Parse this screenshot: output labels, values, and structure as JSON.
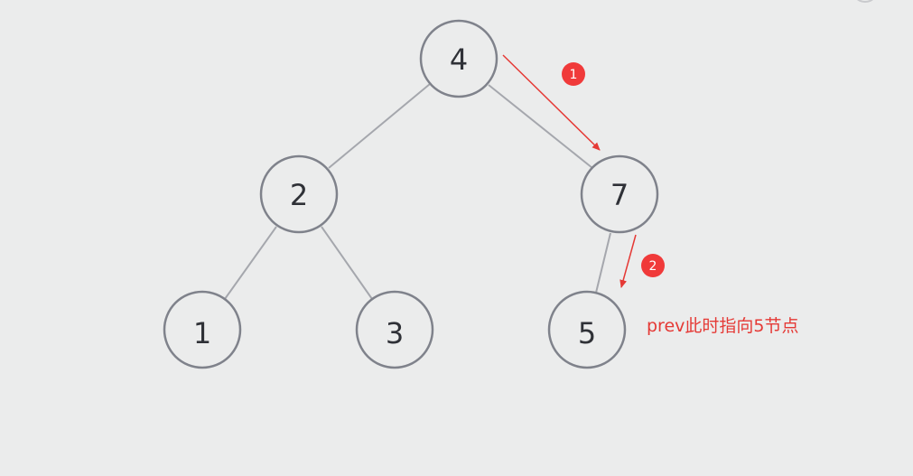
{
  "diagram": {
    "nodes": [
      {
        "id": "n4",
        "label": "4"
      },
      {
        "id": "n2",
        "label": "2"
      },
      {
        "id": "n7",
        "label": "7"
      },
      {
        "id": "n1",
        "label": "1"
      },
      {
        "id": "n3",
        "label": "3"
      },
      {
        "id": "n5",
        "label": "5"
      }
    ],
    "edges": [
      {
        "from": "n4",
        "to": "n2"
      },
      {
        "from": "n4",
        "to": "n7"
      },
      {
        "from": "n2",
        "to": "n1"
      },
      {
        "from": "n2",
        "to": "n3"
      },
      {
        "from": "n7",
        "to": "n5"
      }
    ],
    "steps": [
      {
        "label": "1"
      },
      {
        "label": "2"
      }
    ],
    "annotation": "prev此时指向5节点"
  },
  "colors": {
    "background": "#ebecec",
    "node_stroke": "#7f828b",
    "edge": "#a5a7ad",
    "highlight": "#e53935",
    "badge": "#f03a3a"
  }
}
